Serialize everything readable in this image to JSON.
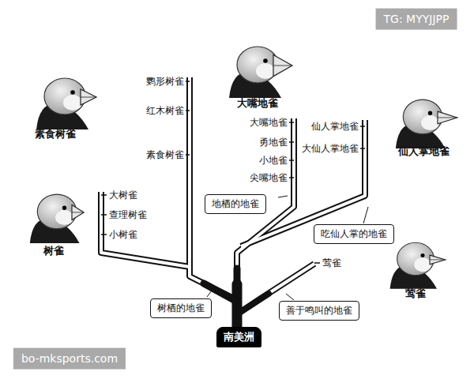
{
  "diagram": {
    "nodes": [
      {
        "text": [
          "地栖的地雀"
        ]
      },
      {
        "text": [
          "吃仙人掌的地雀"
        ]
      },
      {
        "text": [
          "树栖的地雀"
        ]
      },
      {
        "text": [
          "善于鸣叫的地雀"
        ]
      },
      {
        "text": [
          "南美洲"
        ]
      }
    ],
    "labels": [
      "TG: MYYJJPP",
      "大嘴地雀",
      "素食树雀",
      "鹦形树雀",
      "红木树雀",
      "素食树雀",
      "大嘴地雀",
      "勇地雀",
      "小地雀",
      "尖嘴地雀",
      "仙人掌地雀",
      "大仙人掌地雀",
      "仙人掌地雀",
      "树雀",
      "大树雀",
      "查理树雀",
      "小树雀",
      "莺雀",
      "莺雀",
      "bo-mksports.com"
    ]
  }
}
